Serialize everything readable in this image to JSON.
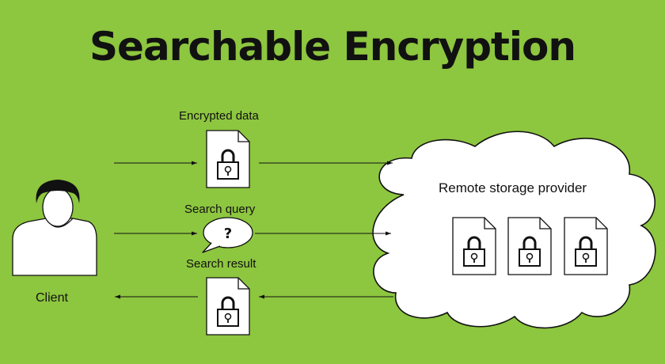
{
  "title": "Searchable Encryption",
  "labels": {
    "encrypted_data": "Encrypted data",
    "search_query": "Search query",
    "search_result": "Search result",
    "client": "Client",
    "remote_storage": "Remote storage provider",
    "query_symbol": "?"
  },
  "colors": {
    "background": "#8dc63f",
    "stroke": "#111111",
    "fill": "#ffffff"
  },
  "icons": [
    "user-icon",
    "locked-document-icon",
    "speech-bubble-icon",
    "cloud-icon"
  ]
}
